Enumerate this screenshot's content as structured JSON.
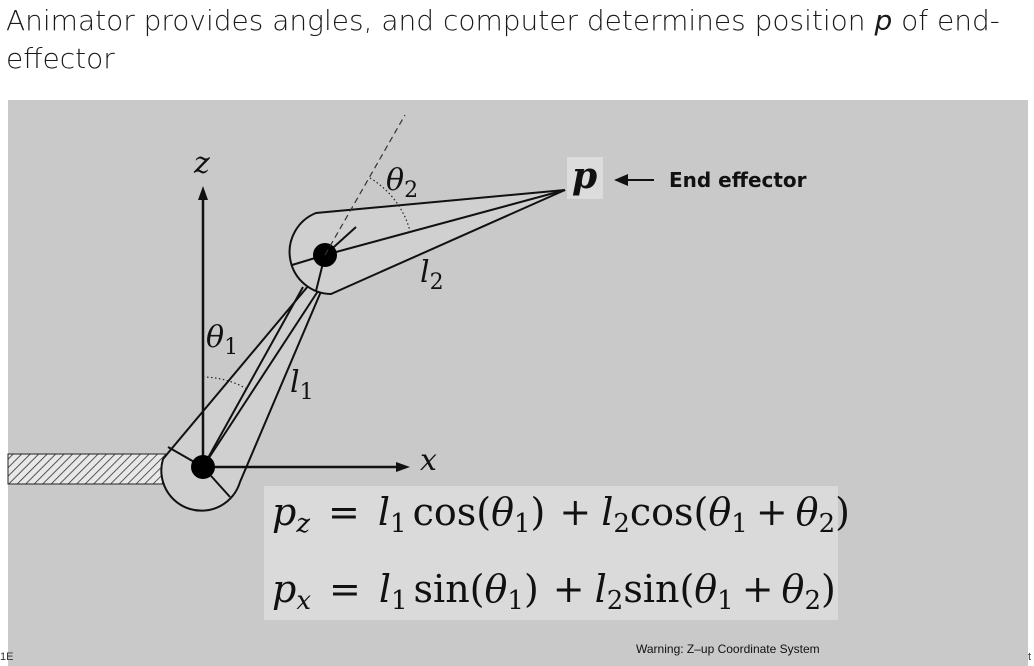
{
  "slide": {
    "title_line1_pre": "Animator provides angles, and computer determines position ",
    "title_var": "p",
    "title_line1_post": " of end-",
    "title_line2": "effector"
  },
  "diagram": {
    "axis_z": "z",
    "axis_x": "x",
    "theta": "θ",
    "sub1": "1",
    "sub2": "2",
    "link": "l",
    "point_p": "p",
    "end_effector_label": "End effector",
    "eq1": {
      "lhs_p": "p",
      "lhs_sub": "z",
      "equals": "=",
      "l1": "l",
      "l1_sub": "1",
      "fn1": "cos(",
      "th1": "θ",
      "th1_sub": "1",
      "close1": ")",
      "plus": "+",
      "l2": "l",
      "l2_sub": "2",
      "fn2": "cos(",
      "th_a": "θ",
      "th_a_sub": "1",
      "plus2": "+",
      "th_b": "θ",
      "th_b_sub": "2",
      "close2": ")"
    },
    "eq2": {
      "lhs_p": "p",
      "lhs_sub": "x",
      "equals": "=",
      "l1": "l",
      "l1_sub": "1",
      "fn1": "sin(",
      "th1": "θ",
      "th1_sub": "1",
      "close1": ")",
      "plus": "+",
      "l2": "l",
      "l2_sub": "2",
      "fn2": "sin(",
      "th_a": "θ",
      "th_a_sub": "1",
      "plus2": "+",
      "th_b": "θ",
      "th_b_sub": "2",
      "close2": ")"
    },
    "warning": "Warning: Z–up Coordinate System",
    "edge_left": "1E",
    "edge_right": "t"
  }
}
